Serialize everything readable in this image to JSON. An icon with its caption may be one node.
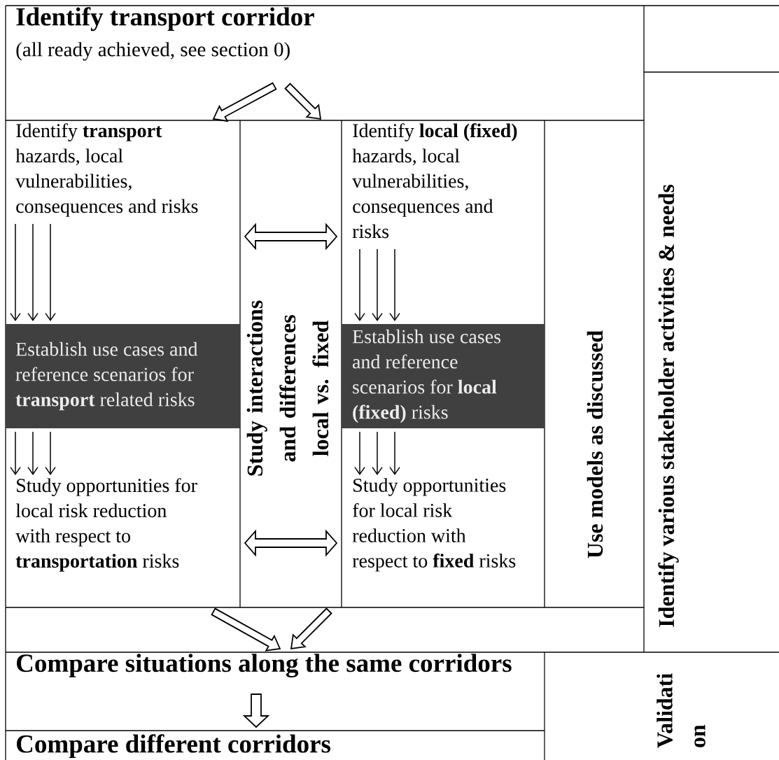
{
  "diagram": {
    "nodes": [
      {
        "text": [
          "Identify transport corridor",
          "(all ready achieved, see section 0)"
        ]
      },
      {
        "text": [
          "Identify **transport** hazards, local vulnerabilities, consequences and risks"
        ]
      },
      {
        "text": [
          "Establish use cases and reference scenarios for **transport** related risks"
        ]
      },
      {
        "text": [
          "Study opportunities for local risk reduction with respect to **transportation** risks"
        ]
      },
      {
        "text": [
          "Study interactions and differences local vs. fixed"
        ]
      },
      {
        "text": [
          "Identify **local (fixed)** hazards, local vulnerabilities, consequences and risks"
        ]
      },
      {
        "text": [
          "Establish use cases and reference scenarios for **local (fixed)** risks"
        ]
      },
      {
        "text": [
          "Study opportunities for local risk reduction with respect to **fixed** risks"
        ]
      },
      {
        "text": [
          "Use models as discussed"
        ]
      },
      {
        "text": [
          "Identify various stakeholder activities & needs"
        ]
      },
      {
        "text": [
          "Compare situations along the same corridors"
        ]
      },
      {
        "text": [
          "Compare different corridors"
        ]
      },
      {
        "text": [
          "Validati on"
        ]
      }
    ],
    "edges": [
      {
        "from": 0,
        "to": 1,
        "arrow": "to"
      },
      {
        "from": 0,
        "to": 5,
        "arrow": "to"
      },
      {
        "from": 1,
        "to": 2,
        "arrow": "to"
      },
      {
        "from": 2,
        "to": 3,
        "arrow": "to"
      },
      {
        "from": 5,
        "to": 6,
        "arrow": "to"
      },
      {
        "from": 6,
        "to": 7,
        "arrow": "to"
      },
      {
        "from": 1,
        "to": 5,
        "arrow": "both"
      },
      {
        "from": 3,
        "to": 7,
        "arrow": "both"
      },
      {
        "from": 3,
        "to": 10,
        "arrow": "to"
      },
      {
        "from": 7,
        "to": 10,
        "arrow": "to"
      },
      {
        "from": 10,
        "to": 11,
        "arrow": "to"
      }
    ]
  }
}
